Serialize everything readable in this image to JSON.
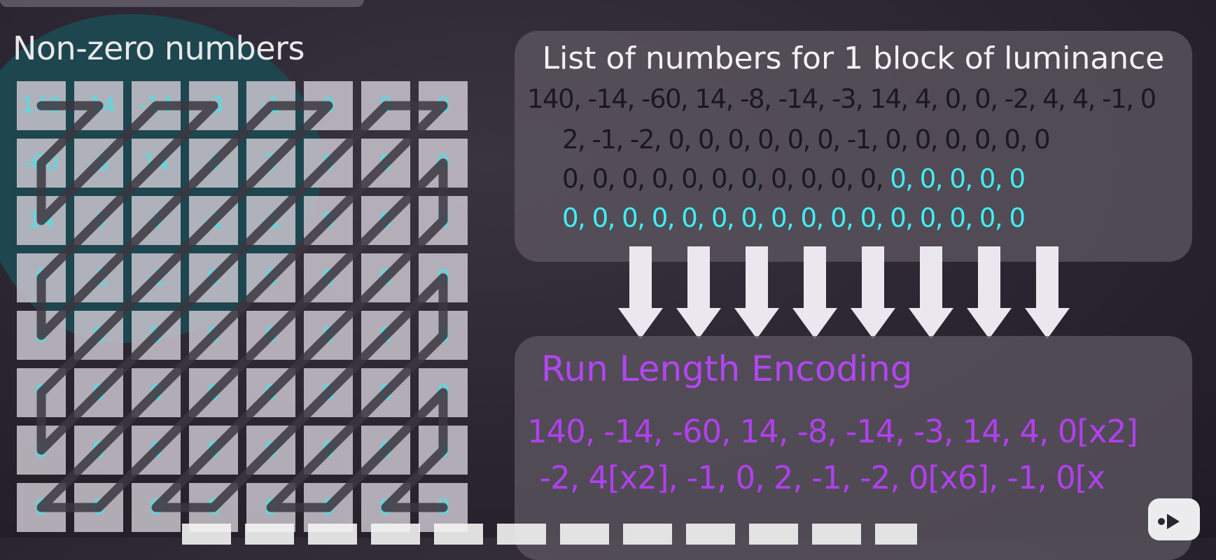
{
  "nonzero_title": "Non-zero numbers",
  "grid": [
    [
      "140",
      "-14",
      "-14",
      "-3",
      "-1",
      "0",
      "0",
      "0"
    ],
    [
      "-60",
      "-8",
      "14",
      "4",
      "2",
      "0",
      "0",
      "0"
    ],
    [
      "14",
      "4",
      "4",
      "-1",
      "-1",
      "0",
      "0",
      "0"
    ],
    [
      "0",
      "-2",
      "-2",
      "0",
      "0",
      "0",
      "0",
      "0"
    ],
    [
      "0",
      "0",
      "0",
      "0",
      "0",
      "0",
      "0",
      "0"
    ],
    [
      "0",
      "0",
      "0",
      "0",
      "0",
      "0",
      "0",
      "0"
    ],
    [
      "0",
      "0",
      "0",
      "0",
      "0",
      "0",
      "0",
      "0"
    ],
    [
      "0",
      "0",
      "0",
      "0",
      "0",
      "0",
      "0",
      "0"
    ]
  ],
  "list_panel": {
    "title": "List of numbers for 1 block of luminance",
    "line1": "140, -14, -60, 14, -8, -14, -3, 14, 4, 0, 0, -2, 4, 4, -1, 0",
    "line2": "2, -1, -2, 0, 0, 0, 0, 0, 0, -1, 0, 0, 0, 0, 0, 0",
    "line3_dark": "0, 0, 0, 0, 0, 0, 0, 0, 0, 0, 0,",
    "line3_cyan": " 0, 0, 0, 0, 0",
    "line4_cyan": "0, 0, 0, 0, 0, 0, 0, 0, 0, 0, 0, 0, 0, 0, 0, 0"
  },
  "rle_panel": {
    "title": "Run Length Encoding",
    "line1": "140, -14, -60, 14, -8, -14, -3, 14, 4, 0[x2]",
    "line2": "-2, 4[x2], -1, 0, 2, -1, -2, 0[x6], -1, 0[x"
  },
  "colors": {
    "cyan": "#3ef0f4",
    "purple": "#b246f2",
    "teal_blob": "#1d4850"
  }
}
